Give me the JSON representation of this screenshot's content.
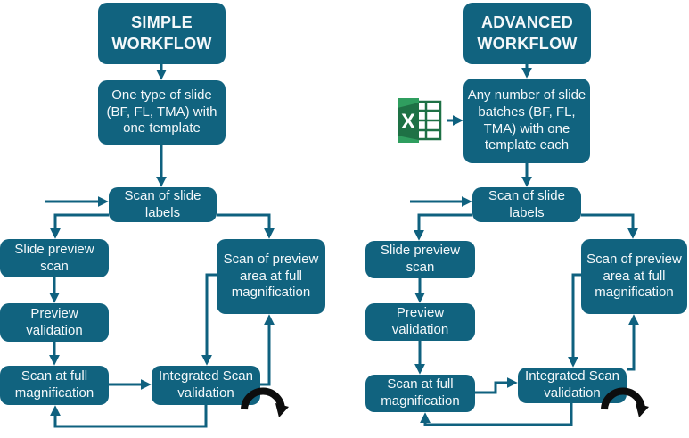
{
  "diagram": {
    "background": "#ffffff",
    "colors": {
      "background": "#ffffff",
      "node_fill": "#11637f",
      "node_text": "#f4f8fa",
      "connector": "#0f617f",
      "loop_icon": "#0d0d0d",
      "excel_dark_green": "#1e7145",
      "excel_light_green": "#2f9e5f"
    },
    "workflows": [
      {
        "id": "simple",
        "title": "SIMPLE WORKFLOW",
        "nodes": {
          "input": "One type of slide (BF, FL, TMA) with one template",
          "scan_labels": "Scan of slide labels",
          "slide_preview": "Slide preview scan",
          "preview_validation": "Preview validation",
          "scan_full_mag": "Scan at full magnification",
          "integrated_validation": "Integrated Scan validation",
          "scan_preview_area": "Scan of preview area at full magnification"
        }
      },
      {
        "id": "advanced",
        "title": "ADVANCED WORKFLOW",
        "nodes": {
          "input": "Any number of slide batches (BF, FL, TMA) with one template each",
          "scan_labels": "Scan of slide labels",
          "slide_preview": "Slide preview scan",
          "preview_validation": "Preview validation",
          "scan_full_mag": "Scan at full magnification",
          "integrated_validation": "Integrated Scan validation",
          "scan_preview_area": "Scan of preview area at full magnification"
        }
      }
    ],
    "icons": {
      "excel": {
        "name": "excel-icon",
        "letter": "X"
      },
      "loop": {
        "name": "loop-arrow-icon"
      }
    }
  }
}
